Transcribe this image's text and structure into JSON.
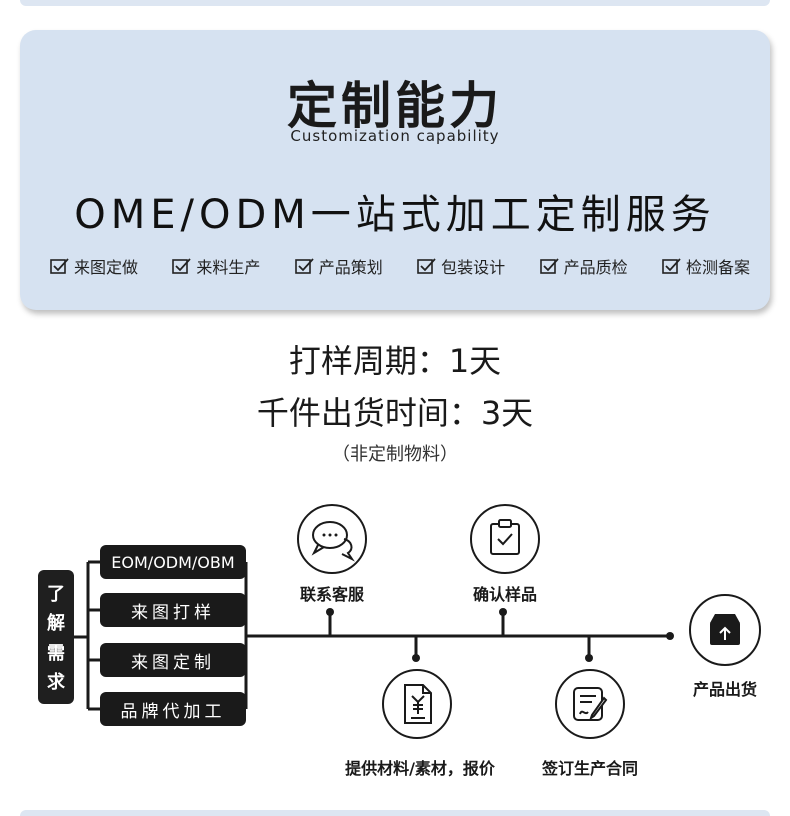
{
  "header": {
    "title": "定制能力",
    "subtitle": "Customization capability",
    "service": "OME/ODM一站式加工定制服务",
    "features": [
      "来图定做",
      "来料生产",
      "产品策划",
      "包装设计",
      "产品质检",
      "检测备案"
    ]
  },
  "cycle": {
    "sample": "打样周期：1天",
    "bulk": "千件出货时间：3天",
    "note": "（非定制物料）"
  },
  "process": {
    "need_chars": [
      "了",
      "解",
      "需",
      "求"
    ],
    "options": [
      "EOM/ODM/OBM",
      "来图打样",
      "来图定制",
      "品牌代加工"
    ],
    "steps": {
      "contact": "联系客服",
      "materials": "提供材料/素材，报价",
      "confirm": "确认样品",
      "contract": "签订生产合同",
      "ship": "产品出货"
    }
  }
}
